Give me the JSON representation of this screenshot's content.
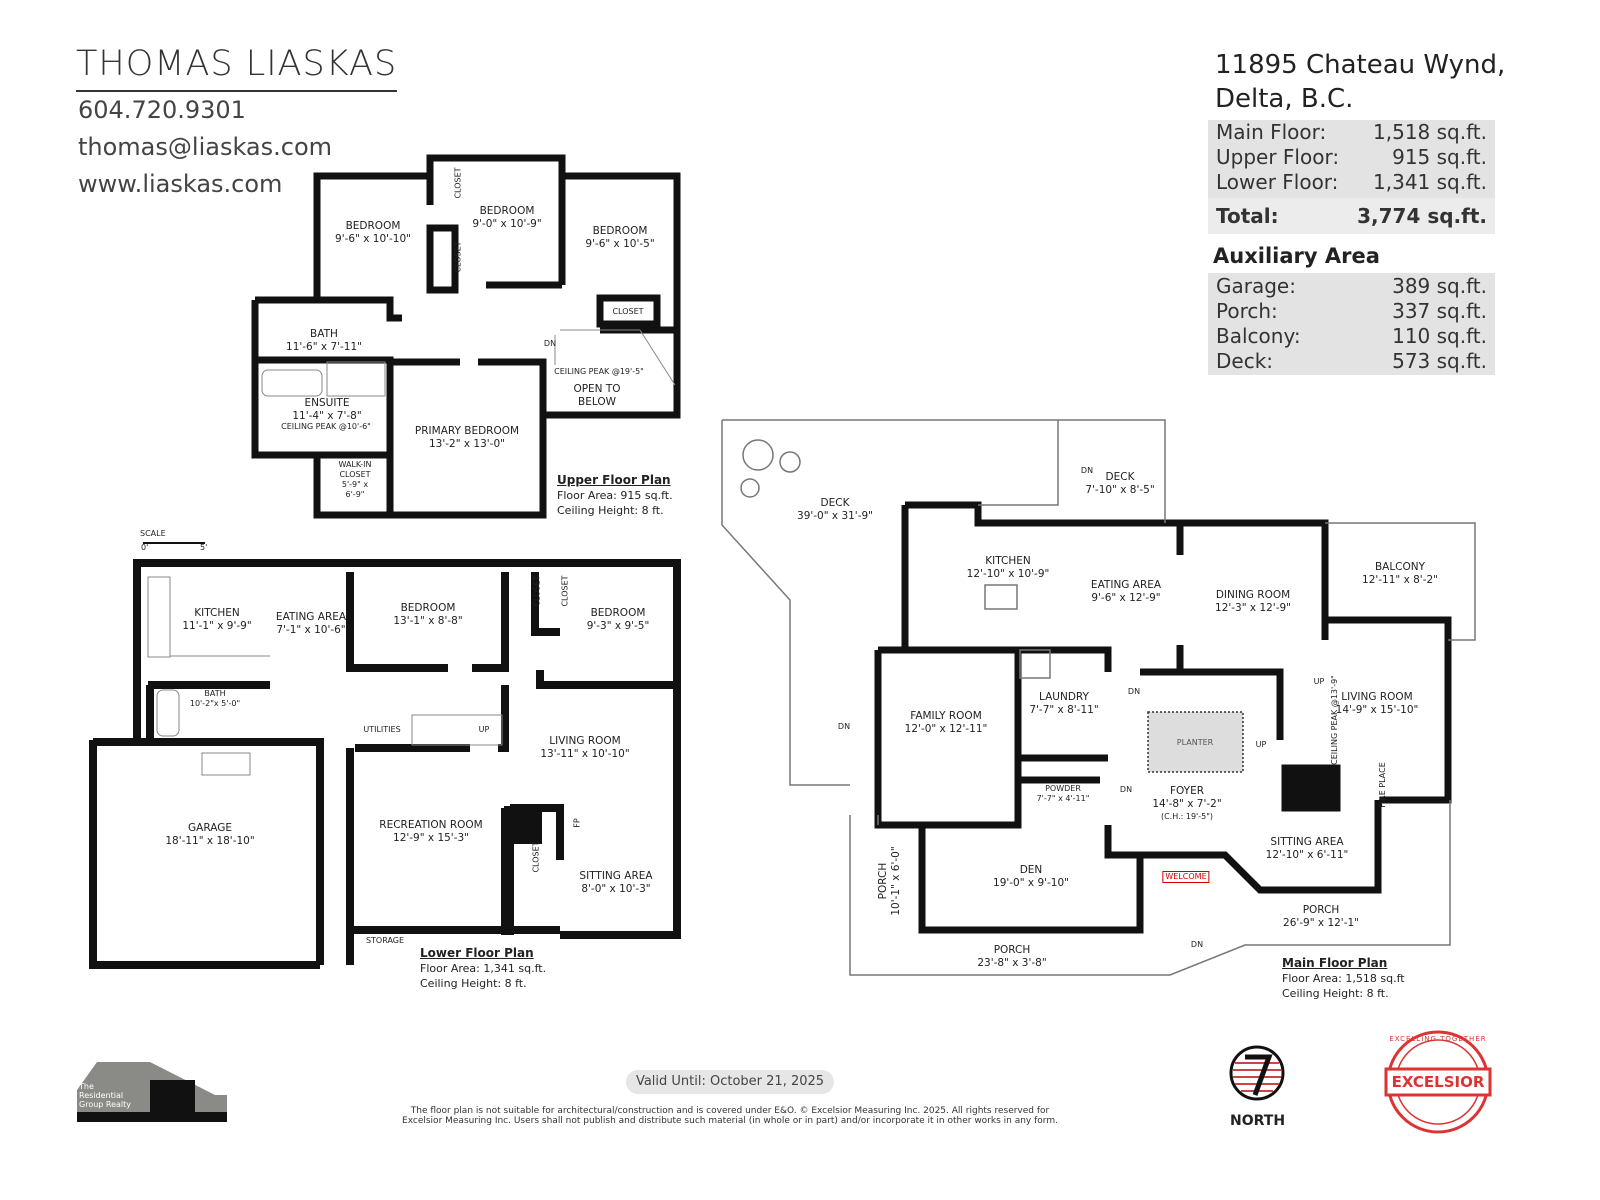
{
  "agent": {
    "name": "THOMAS LIASKAS",
    "phone": "604.720.9301",
    "email": "thomas@liaskas.com",
    "website": "www.liaskas.com"
  },
  "property": {
    "address_line1": "11895 Chateau Wynd,",
    "address_line2": "Delta, B.C."
  },
  "areas": {
    "floors": [
      {
        "label": "Main Floor:",
        "value": "1,518 sq.ft."
      },
      {
        "label": "Upper Floor:",
        "value": "915 sq.ft."
      },
      {
        "label": "Lower Floor:",
        "value": "1,341 sq.ft."
      }
    ],
    "total": {
      "label": "Total:",
      "value": "3,774 sq.ft."
    },
    "aux_heading": "Auxiliary Area",
    "auxiliary": [
      {
        "label": "Garage:",
        "value": "389 sq.ft."
      },
      {
        "label": "Porch:",
        "value": "337 sq.ft."
      },
      {
        "label": "Balcony:",
        "value": "110 sq.ft."
      },
      {
        "label": "Deck:",
        "value": "573 sq.ft."
      }
    ]
  },
  "upper": {
    "title": "Upper Floor Plan",
    "area": "Floor Area: 915 sq.ft.",
    "ceiling": "Ceiling Height: 8 ft.",
    "rooms": [
      {
        "name": "BEDROOM",
        "dims": "9'-6\" x 10'-10\""
      },
      {
        "name": "BEDROOM",
        "dims": "9'-0\" x 10'-9\""
      },
      {
        "name": "BEDROOM",
        "dims": "9'-6\" x 10'-5\""
      },
      {
        "name": "BATH",
        "dims": "11'-6\" x 7'-11\""
      },
      {
        "name": "ENSUITE",
        "dims": "11'-4\" x 7'-8\""
      },
      {
        "name": "PRIMARY BEDROOM",
        "dims": "13'-2\" x 13'-0\""
      },
      {
        "name": "WALK-IN CLOSET",
        "dims": "5'-9\" x 6'-9\""
      },
      {
        "name": "OPEN TO BELOW",
        "dims": ""
      }
    ],
    "notes": {
      "closet": "CLOSET",
      "dn": "DN",
      "ceiling_peak": "CEILING PEAK @19'-5\"",
      "ensuite_peak": "CEILING PEAK @10'-6\""
    }
  },
  "lower": {
    "title": "Lower Floor Plan",
    "area": "Floor Area: 1,341 sq.ft.",
    "ceiling": "Ceiling Height: 8 ft.",
    "rooms": [
      {
        "name": "KITCHEN",
        "dims": "11'-1\" x 9'-9\""
      },
      {
        "name": "EATING AREA",
        "dims": "7'-1\" x 10'-6\""
      },
      {
        "name": "BEDROOM",
        "dims": "13'-1\" x 8'-8\""
      },
      {
        "name": "BEDROOM",
        "dims": "9'-3\" x 9'-5\""
      },
      {
        "name": "BATH",
        "dims": "10'-2\"x 5'-0\""
      },
      {
        "name": "LIVING ROOM",
        "dims": "13'-11\" x 10'-10\""
      },
      {
        "name": "GARAGE",
        "dims": "18'-11\" x 18'-10\""
      },
      {
        "name": "RECREATION ROOM",
        "dims": "12'-9\" x 15'-3\""
      },
      {
        "name": "SITTING AREA",
        "dims": "8'-0\" x 10'-3\""
      }
    ],
    "notes": {
      "utilities": "UTILITIES",
      "up": "UP",
      "storage": "STORAGE",
      "closet": "CLOSET",
      "fp": "FP",
      "scale": "SCALE",
      "scale0": "0'",
      "scale5": "5'"
    }
  },
  "main": {
    "title": "Main Floor Plan",
    "area": "Floor Area: 1,518 sq.ft",
    "ceiling": "Ceiling Height: 8 ft.",
    "rooms": [
      {
        "name": "DECK",
        "dims": "39'-0\" x 31'-9\""
      },
      {
        "name": "DECK",
        "dims": "7'-10\" x 8'-5\""
      },
      {
        "name": "KITCHEN",
        "dims": "12'-10\" x 10'-9\""
      },
      {
        "name": "EATING AREA",
        "dims": "9'-6\" x 12'-9\""
      },
      {
        "name": "DINING ROOM",
        "dims": "12'-3\" x 12'-9\""
      },
      {
        "name": "BALCONY",
        "dims": "12'-11\" x 8'-2\""
      },
      {
        "name": "FAMILY ROOM",
        "dims": "12'-0\" x 12'-11\""
      },
      {
        "name": "LAUNDRY",
        "dims": "7'-7\" x 8'-11\""
      },
      {
        "name": "LIVING ROOM",
        "dims": "14'-9\" x 15'-10\""
      },
      {
        "name": "POWDER",
        "dims": "7'-7\" x 4'-11\""
      },
      {
        "name": "FOYER",
        "dims": "14'-8\" x 7'-2\""
      },
      {
        "name": "SITTING AREA",
        "dims": "12'-10\" x 6'-11\""
      },
      {
        "name": "DEN",
        "dims": "19'-0\" x 9'-10\""
      },
      {
        "name": "PORCH",
        "dims": "10'-1\" x 6'-0\""
      },
      {
        "name": "PORCH",
        "dims": "23'-8\" x 3'-8\""
      },
      {
        "name": "PORCH",
        "dims": "26'-9\" x 12'-1\""
      }
    ],
    "notes": {
      "dn": "DN",
      "up": "UP",
      "ch": "(C.H.: 19'-5\")",
      "welcome": "WELCOME",
      "fireplace": "FIRE PLACE",
      "ceiling_peak": "CEILING PEAK @13'-9\"",
      "planter": "PLANTER"
    }
  },
  "footer": {
    "valid": "Valid Until: October 21, 2025",
    "disclaimer1": "The floor plan is not suitable for architectural/construction and is covered under E&O. © Excelsior Measuring Inc. 2025. All rights reserved for",
    "disclaimer2": "Excelsior Measuring Inc. Users shall not publish and distribute such material (in whole or in part) and/or incorporate it in other works in any form.",
    "north": "NORTH",
    "brokerage": "The Residential Group Realty",
    "excelsior": "EXCELSIOR",
    "excelsior_ring": "EXCELLING TOGETHER"
  }
}
